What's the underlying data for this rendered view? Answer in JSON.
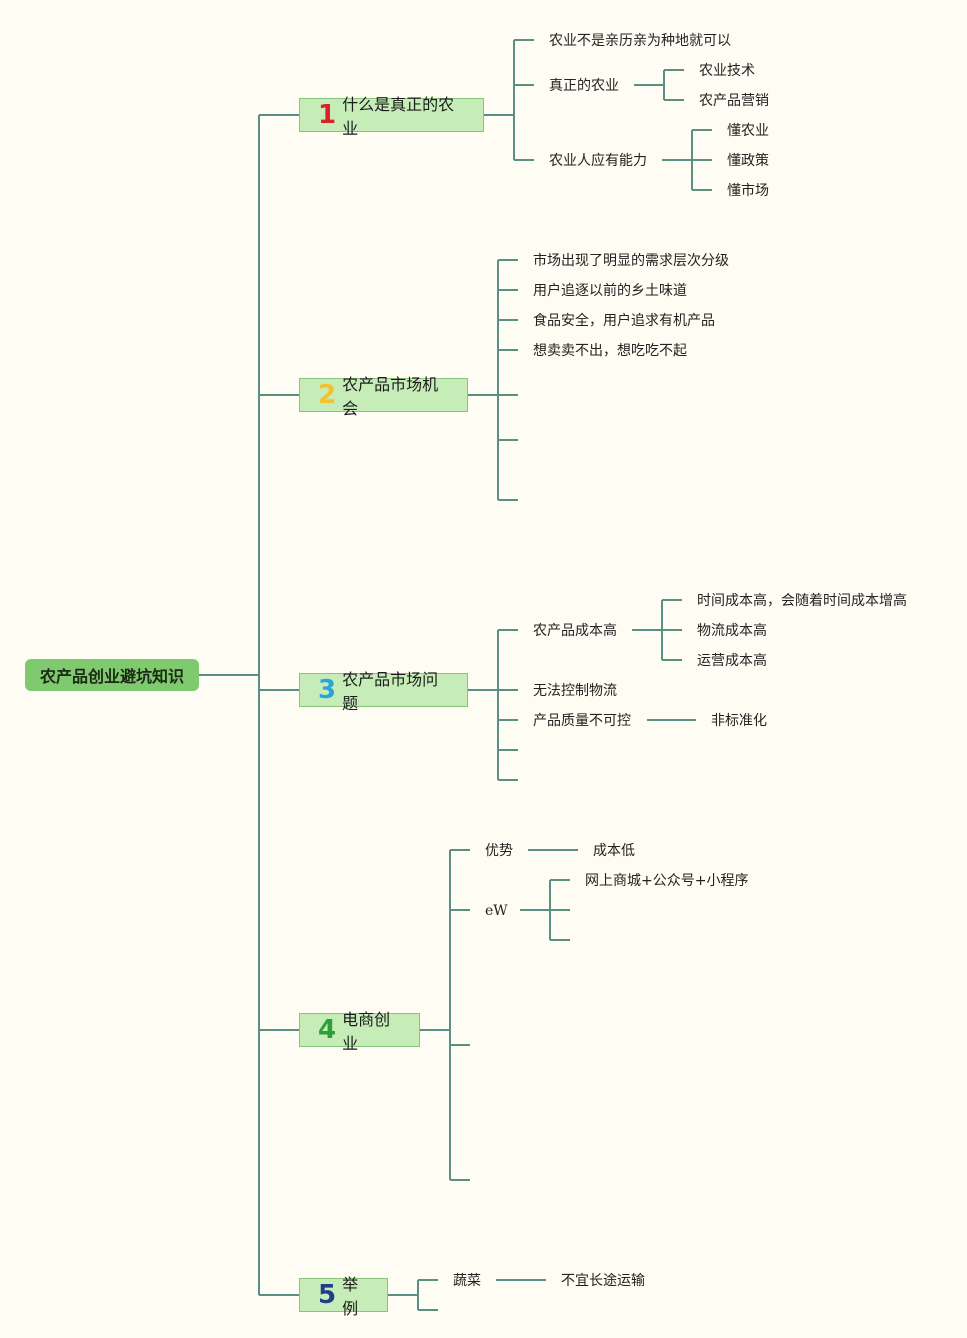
{
  "root": {
    "label": "农产品创业避坑知识"
  },
  "colors": {
    "line": "#5a8f84",
    "root_bg": "#7fc96e",
    "branch_bg": "#c6ecb8",
    "background": "#fffcf3"
  },
  "branches": [
    {
      "number": "1",
      "number_color": "#d8232a",
      "label": "什么是真正的农业",
      "children": [
        {
          "label": "农业不是亲历亲为种地就可以"
        },
        {
          "label": "真正的农业",
          "children": [
            {
              "label": "农业技术"
            },
            {
              "label": "农产品营销"
            }
          ]
        },
        {
          "label": "农业人应有能力",
          "children": [
            {
              "label": "懂农业"
            },
            {
              "label": "懂政策"
            },
            {
              "label": "懂市场"
            }
          ]
        }
      ]
    },
    {
      "number": "2",
      "number_color": "#f2c12e",
      "label": "农产品市场机会",
      "children": [
        {
          "label": "市场出现了明显的需求层次分级"
        },
        {
          "label": "用户追逐以前的乡土味道"
        },
        {
          "label": "食品安全，用户追求有机产品"
        },
        {
          "label": "想卖卖不出，想吃吃不起"
        }
      ]
    },
    {
      "number": "3",
      "number_color": "#2aa4d9",
      "label": "农产品市场问题",
      "children": [
        {
          "label": "农产品成本高",
          "children": [
            {
              "label": "时间成本高，会随着时间成本增高"
            },
            {
              "label": "物流成本高"
            },
            {
              "label": "运营成本高"
            }
          ]
        },
        {
          "label": "无法控制物流"
        },
        {
          "label": "产品质量不可控",
          "children": [
            {
              "label": "非标准化"
            }
          ]
        }
      ]
    },
    {
      "number": "4",
      "number_color": "#2e9e3a",
      "label": "电商创业",
      "children": [
        {
          "label": "优势",
          "children": [
            {
              "label": "成本低"
            }
          ]
        },
        {
          "label": "eW",
          "children": [
            {
              "label": "网上商城+公众号+小程序"
            }
          ]
        }
      ]
    },
    {
      "number": "5",
      "number_color": "#1f3f8a",
      "label": "举例",
      "children": [
        {
          "label": "蔬菜",
          "children": [
            {
              "label": "不宜长途运输"
            }
          ]
        }
      ]
    }
  ]
}
